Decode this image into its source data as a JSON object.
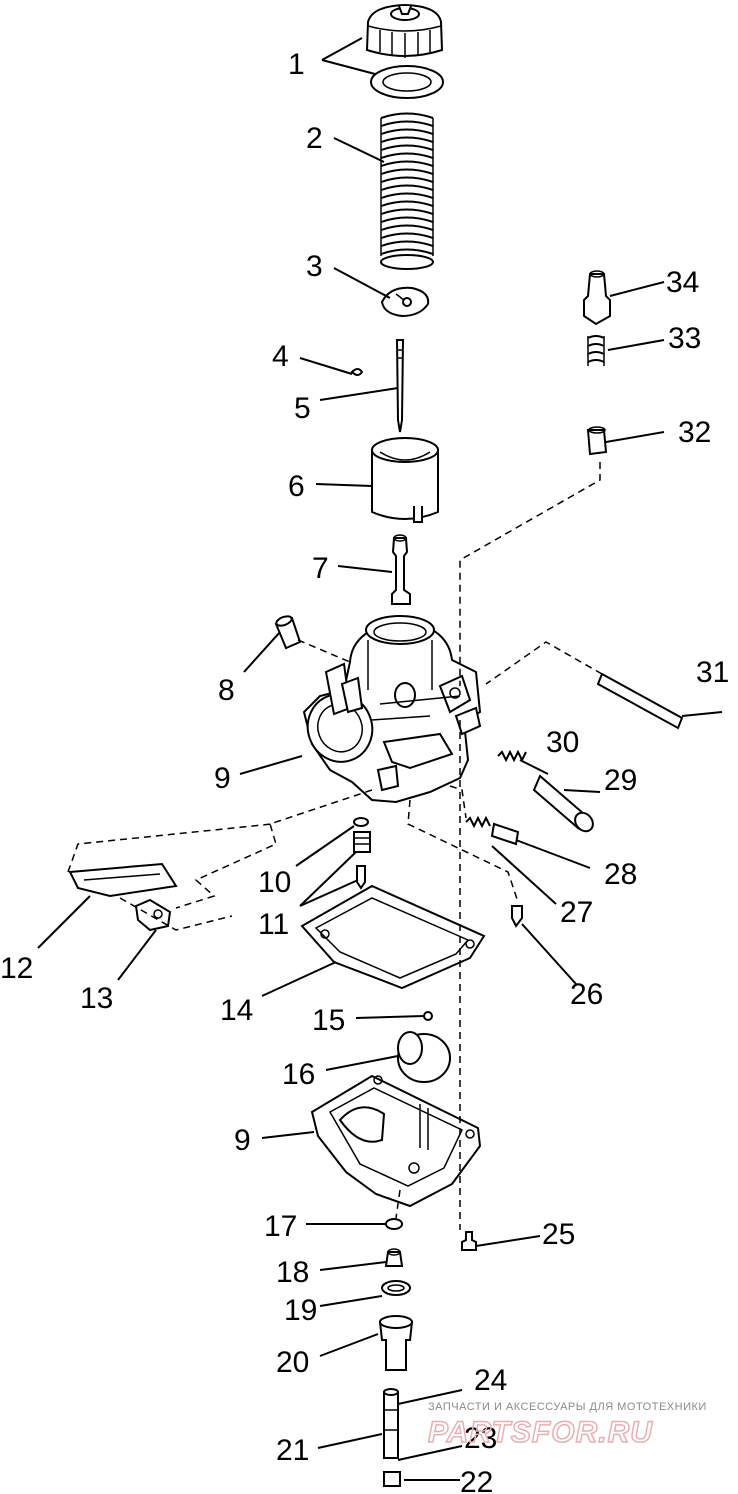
{
  "labels": {
    "l1": "1",
    "l2": "2",
    "l3": "3",
    "l4": "4",
    "l5": "5",
    "l6": "6",
    "l7": "7",
    "l8": "8",
    "l9a": "9",
    "l9b": "9",
    "l10": "10",
    "l11": "11",
    "l12": "12",
    "l13": "13",
    "l14": "14",
    "l15": "15",
    "l16": "16",
    "l17": "17",
    "l18": "18",
    "l19": "19",
    "l20": "20",
    "l21": "21",
    "l22": "22",
    "l23": "23",
    "l24": "24",
    "l25": "25",
    "l26": "26",
    "l27": "27",
    "l28": "28",
    "l29": "29",
    "l30": "30",
    "l31": "31",
    "l32": "32",
    "l33": "33",
    "l34": "34"
  },
  "watermark": {
    "tagline": "ЗАПЧАСТИ И АКСЕССУАРЫ ДЛЯ МОТОТЕХНИКИ",
    "brand": "PARTSFOR.RU"
  },
  "colors": {
    "ink": "#000000",
    "paper": "#ffffff",
    "watermark": "#e8b0b0"
  }
}
